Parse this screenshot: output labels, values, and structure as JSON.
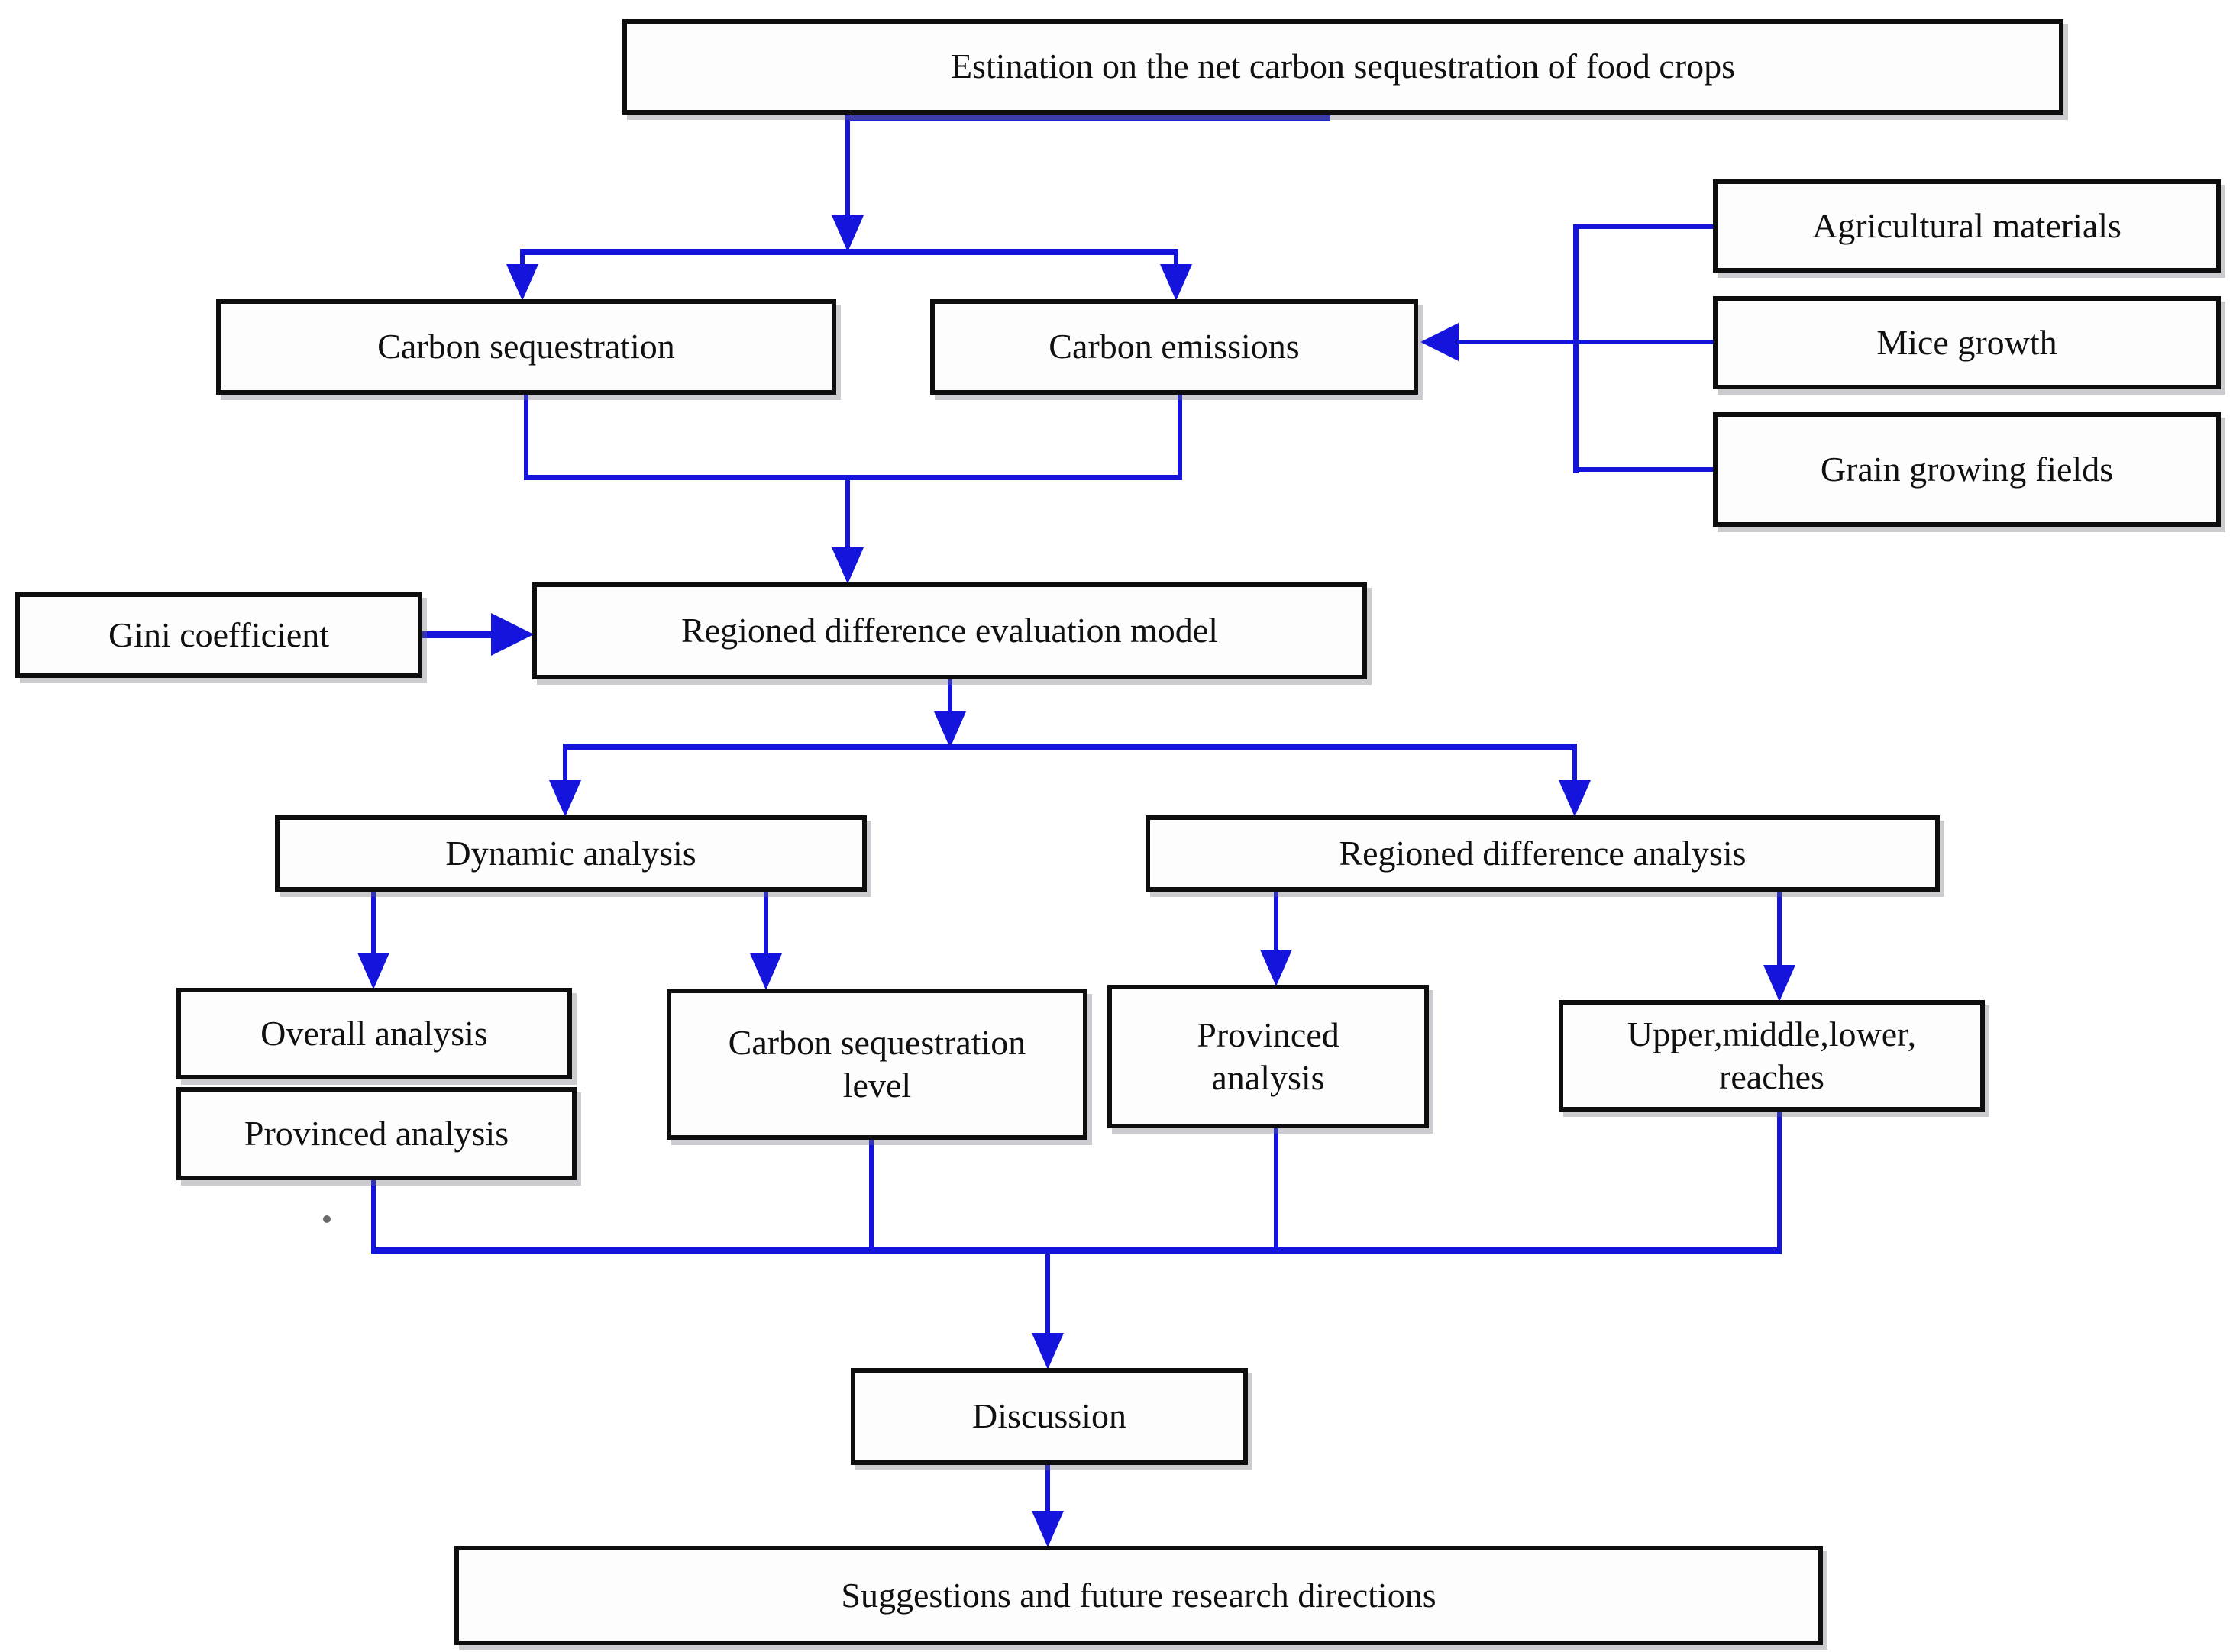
{
  "figure": {
    "background": "#ffffff",
    "arrow_color": "#1414dd",
    "box_border_color": "#0e0e0e",
    "text_color": "#101010"
  },
  "nodes": {
    "estimation": "Estination on the net carbon sequestration of food crops",
    "carbon_sequestration": "Carbon sequestration",
    "carbon_emissions": "Carbon emissions",
    "agricultural_materials": "Agricultural materials",
    "mice_growth": "Mice growth",
    "grain_growing_fields": "Grain growing fields",
    "gini_coefficient": "Gini coefficient",
    "evaluation_model": "Regioned difference evaluation model",
    "dynamic_analysis": "Dynamic analysis",
    "regioned_difference_analysis": "Regioned difference analysis",
    "overall_analysis": "Overall analysis",
    "provinced_analysis_left": "Provinced analysis",
    "carbon_sequestration_level": "Carbon sequestration\nlevel",
    "provinced_analysis_right": "Provinced\nanalysis",
    "upper_middle_lower_reaches": "Upper,middle,lower,\nreaches",
    "discussion": "Discussion",
    "suggestions": "Suggestions and future research directions"
  }
}
